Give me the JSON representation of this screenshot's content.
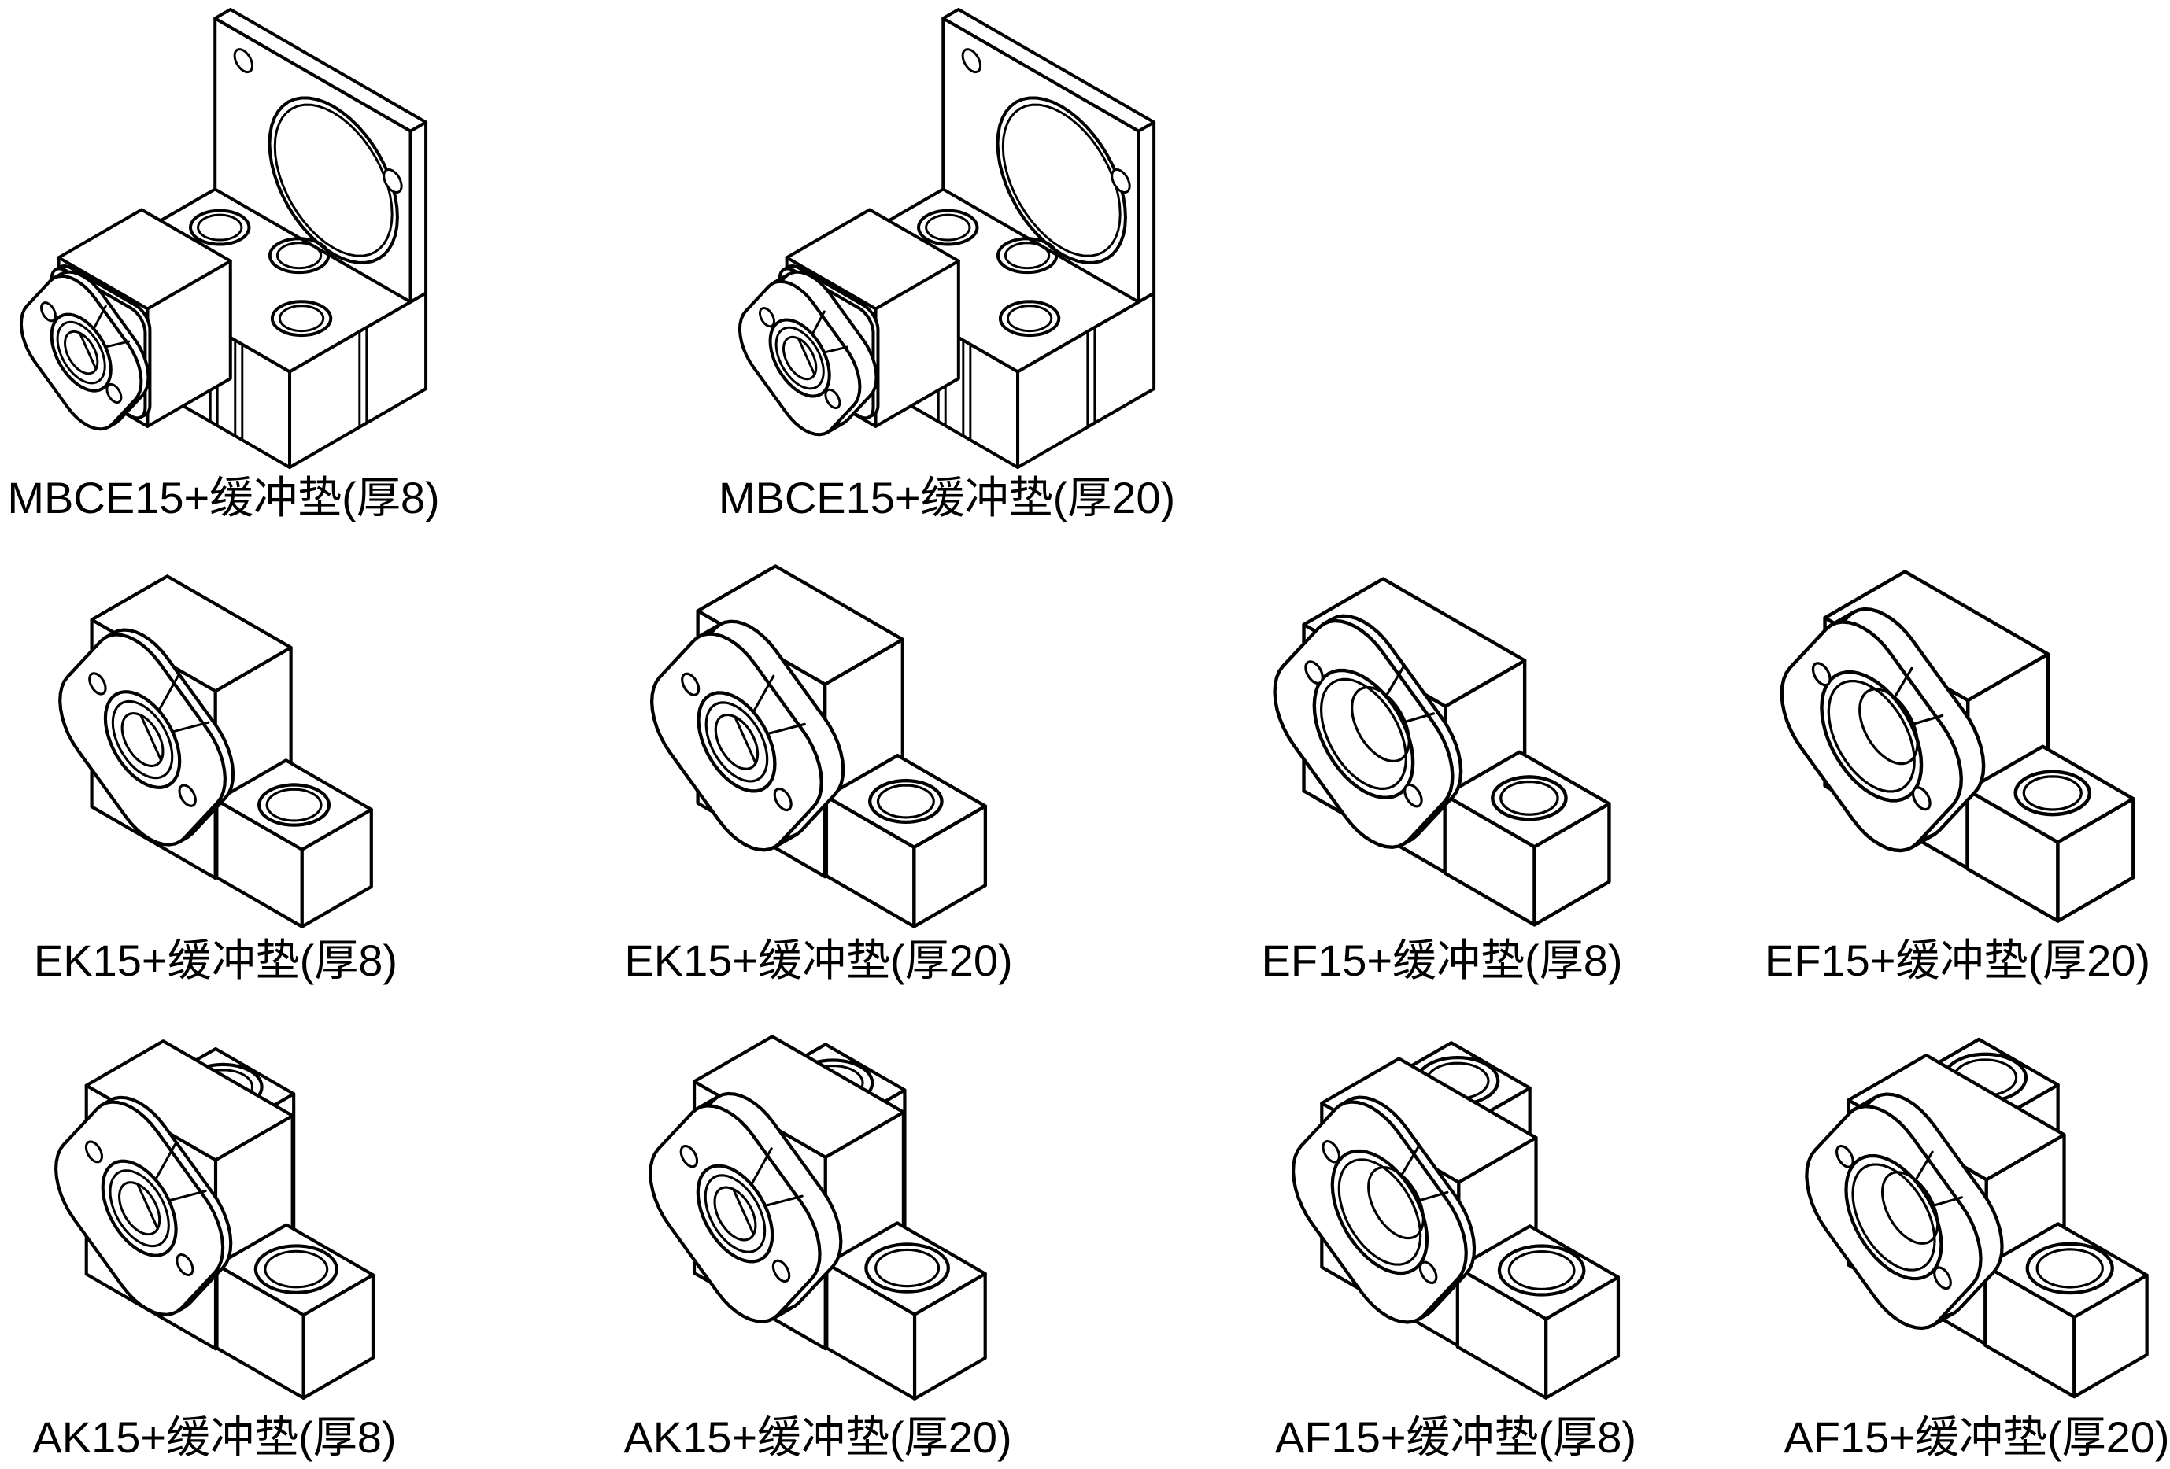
{
  "page": {
    "background": "#ffffff",
    "ink": "#000000",
    "description": "isometric technical line drawings of ballscrew support units with buffer pads"
  },
  "figures": [
    {
      "id": "mbce15-pad8",
      "model": "MBCE15",
      "pad": "厚8",
      "drawing": "isometric-line-drawing",
      "label": "MBCE15+缓冲垫(厚8)"
    },
    {
      "id": "mbce15-pad20",
      "model": "MBCE15",
      "pad": "厚20",
      "drawing": "isometric-line-drawing",
      "label": "MBCE15+缓冲垫(厚20)"
    },
    {
      "id": "ek15-pad8",
      "model": "EK15",
      "pad": "厚8",
      "drawing": "isometric-line-drawing",
      "label": "EK15+缓冲垫(厚8)"
    },
    {
      "id": "ek15-pad20",
      "model": "EK15",
      "pad": "厚20",
      "drawing": "isometric-line-drawing",
      "label": "EK15+缓冲垫(厚20)"
    },
    {
      "id": "ef15-pad8",
      "model": "EF15",
      "pad": "厚8",
      "drawing": "isometric-line-drawing",
      "label": "EF15+缓冲垫(厚8)"
    },
    {
      "id": "ef15-pad20",
      "model": "EF15",
      "pad": "厚20",
      "drawing": "isometric-line-drawing",
      "label": "EF15+缓冲垫(厚20)"
    },
    {
      "id": "ak15-pad8",
      "model": "AK15",
      "pad": "厚8",
      "drawing": "isometric-line-drawing",
      "label": "AK15+缓冲垫(厚8)"
    },
    {
      "id": "ak15-pad20",
      "model": "AK15",
      "pad": "厚20",
      "drawing": "isometric-line-drawing",
      "label": "AK15+缓冲垫(厚20)"
    },
    {
      "id": "af15-pad8",
      "model": "AF15",
      "pad": "厚8",
      "drawing": "isometric-line-drawing",
      "label": "AF15+缓冲垫(厚8)"
    },
    {
      "id": "af15-pad20",
      "model": "AF15",
      "pad": "厚20",
      "drawing": "isometric-line-drawing",
      "label": "AF15+缓冲垫(厚20)"
    }
  ]
}
